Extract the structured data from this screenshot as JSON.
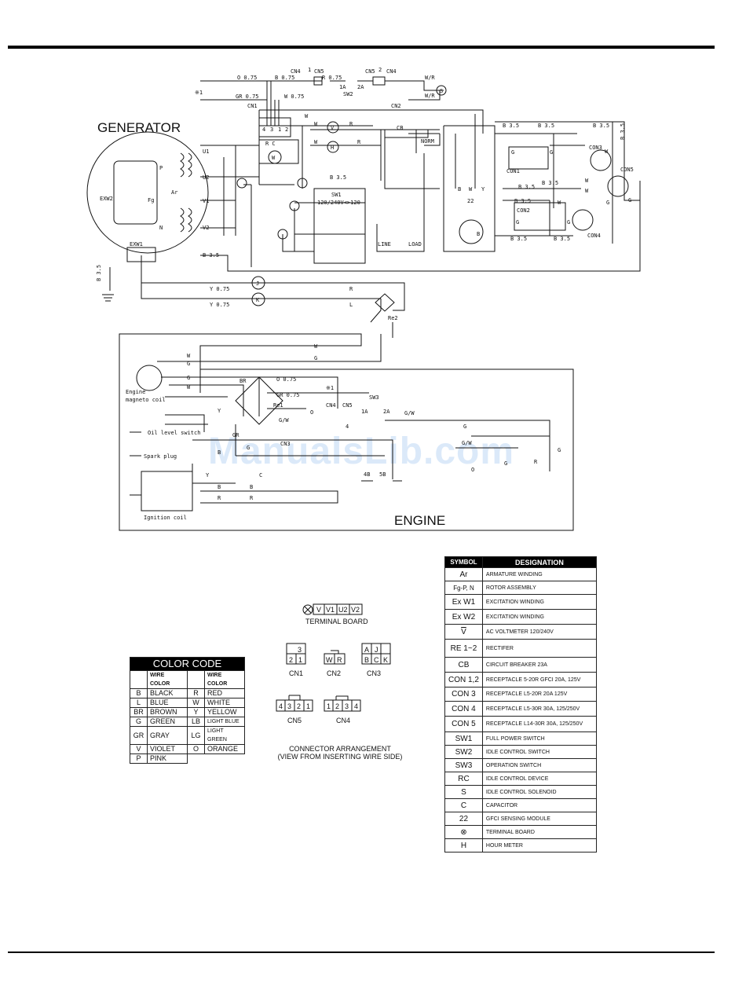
{
  "headings": {
    "generator": "GENERATOR",
    "engine": "ENGINE"
  },
  "watermark": "ManualsLib.com",
  "wiring_labels": [
    "CN4",
    "1",
    "CN5",
    "CN5",
    "2",
    "CN4",
    "O 0.75",
    "B 0.75",
    "R 0.75",
    "1A",
    "2A",
    "SW2",
    "W/R",
    "W/R",
    "S",
    "※1",
    "GR 0.75",
    "W 0.75",
    "CN1",
    "CN2",
    "4",
    "3",
    "1",
    "2",
    "R C",
    "W",
    "V",
    "H",
    "R",
    "R",
    "W",
    "W",
    "W",
    "CB",
    "NORM",
    "B 3.5",
    "B 3.5",
    "B 3.5",
    "B 3.5",
    "B 3.5",
    "CON3",
    "CON5",
    "CON1",
    "CON2",
    "CON4",
    "G",
    "G",
    "G",
    "G",
    "G",
    "G",
    "W",
    "W",
    "W",
    "B",
    "W",
    "Y",
    "22",
    "SW1",
    "120/240V<>120",
    "LINE",
    "LOAD",
    "EXW2",
    "EXW1",
    "Fg",
    "Ar",
    "P",
    "N",
    "U1",
    "U2",
    "V1",
    "V2",
    "B 3.5",
    "Y 0.75",
    "Y 0.75",
    "R",
    "L",
    "J",
    "K",
    "Re2",
    "W",
    "G",
    "W",
    "G",
    "G",
    "W",
    "BR",
    "O 0.75",
    "GR 0.75",
    "※1",
    "Re1",
    "Y",
    "CN4",
    "CN5",
    "1A",
    "2A",
    "SW3",
    "G/W",
    "G/W",
    "O",
    "4",
    "GR",
    "CN3",
    "C",
    "4B",
    "5B",
    "G",
    "G/W",
    "B",
    "B",
    "R",
    "R",
    "Y",
    "B",
    "G",
    "Engine",
    "magneto coil",
    "Oil level switch",
    "Spark plug",
    "Ignition coil",
    "B 3.5",
    "B 3.5",
    "B 3.5",
    "B 3.5",
    "B 3.5",
    "B 3.5",
    "B",
    "O",
    "G",
    "G",
    "R",
    "W"
  ],
  "terminal_board": {
    "cells": [
      "V",
      "V1",
      "U2",
      "V2"
    ],
    "title": "TERMINAL BOARD"
  },
  "connectors": [
    {
      "name": "CN1",
      "cells": [
        "3",
        "2",
        "1"
      ]
    },
    {
      "name": "CN2",
      "cells": [
        "W",
        "R"
      ]
    },
    {
      "name": "CN3",
      "cells": [
        "A",
        "J",
        "B",
        "C",
        "K"
      ]
    },
    {
      "name": "CN4",
      "cells": [
        "4",
        "3",
        "2",
        "1"
      ]
    },
    {
      "name": "CN5",
      "cells": [
        "1",
        "2",
        "3",
        "4"
      ]
    }
  ],
  "connector_caption": [
    "CONNECTOR ARRANGEMENT",
    "(VIEW FROM INSERTING WIRE SIDE)"
  ],
  "color_code": {
    "title": "COLOR CODE",
    "sub_header": "WIRE COLOR",
    "left": [
      {
        "sym": "B",
        "name": "BLACK"
      },
      {
        "sym": "L",
        "name": "BLUE"
      },
      {
        "sym": "BR",
        "name": "BROWN"
      },
      {
        "sym": "G",
        "name": "GREEN"
      },
      {
        "sym": "GR",
        "name": "GRAY"
      },
      {
        "sym": "V",
        "name": "VIOLET"
      },
      {
        "sym": "P",
        "name": "PINK"
      }
    ],
    "right": [
      {
        "sym": "R",
        "name": "RED"
      },
      {
        "sym": "W",
        "name": "WHITE"
      },
      {
        "sym": "Y",
        "name": "YELLOW"
      },
      {
        "sym": "LB",
        "name": "LIGHT BLUE"
      },
      {
        "sym": "LG",
        "name": "LIGHT GREEN"
      },
      {
        "sym": "O",
        "name": "ORANGE"
      }
    ]
  },
  "symbols": {
    "headers": [
      "SYMBOL",
      "DESIGNATION"
    ],
    "rows": [
      {
        "sym": "Ar",
        "des": "ARMATURE WINDING"
      },
      {
        "sym": "Fg-P, N",
        "des": "ROTOR ASSEMBLY"
      },
      {
        "sym": "Ex W1",
        "des": "EXCITATION WINDING"
      },
      {
        "sym": "Ex W2",
        "des": "EXCITATION WINDING"
      },
      {
        "sym": "V",
        "des": "AC VOLTMETER  120/240V"
      },
      {
        "sym": "RE 1~2",
        "des": "RECTIFER"
      },
      {
        "sym": "CB",
        "des": "CIRCUIT BREAKER  23A"
      },
      {
        "sym": "CON 1,2",
        "des": "RECEPTACLE  5-20R GFCI 20A, 125V"
      },
      {
        "sym": "CON 3",
        "des": "RECEPTACLE  L5-20R 20A 125V"
      },
      {
        "sym": "CON 4",
        "des": "RECEPTACLE  L5-30R 30A, 125/250V"
      },
      {
        "sym": "CON 5",
        "des": "RECEPTACLE  L14-30R 30A, 125/250V"
      },
      {
        "sym": "SW1",
        "des": "FULL POWER SWITCH"
      },
      {
        "sym": "SW2",
        "des": "IDLE CONTROL SWITCH"
      },
      {
        "sym": "SW3",
        "des": "OPERATION SWITCH"
      },
      {
        "sym": "RC",
        "des": "IDLE CONTROL DEVICE"
      },
      {
        "sym": "S",
        "des": "IDLE CONTROL SOLENOID"
      },
      {
        "sym": "C",
        "des": "CAPACITOR"
      },
      {
        "sym": "22",
        "des": "GFCI SENSING MODULE"
      },
      {
        "sym": "⊗",
        "des": "TERMINAL BOARD"
      },
      {
        "sym": "H",
        "des": "HOUR METER"
      }
    ]
  }
}
